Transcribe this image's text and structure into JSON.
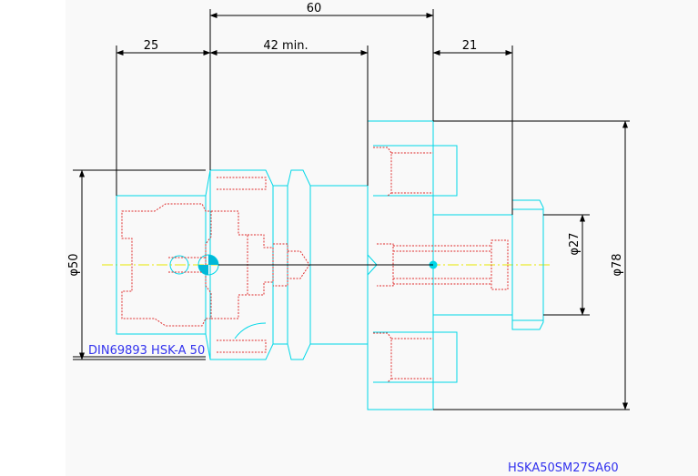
{
  "drawing": {
    "dimensions": {
      "top_overall": "60",
      "left_offset": "25",
      "min_length": "42 min.",
      "right_offset": "21",
      "diameter_left": "φ50",
      "diameter_inner": "φ27",
      "diameter_right": "φ78"
    },
    "labels": {
      "standard": "DIN69893 HSK-A 50",
      "part_number": "HSKA50SM27SA60"
    },
    "colors": {
      "outline": "#00d8e8",
      "hidden": "#e03030",
      "dimension": "#000000",
      "centerline": "#e8e800",
      "text_blue": "#3333ee",
      "background": "#f9f9f9"
    }
  }
}
